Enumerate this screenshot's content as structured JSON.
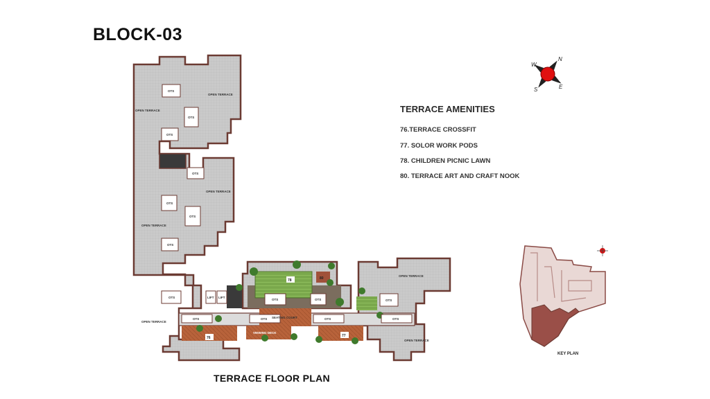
{
  "block_title": "BLOCK-03",
  "amenities": {
    "title": "TERRACE AMENITIES",
    "items": [
      "76.TERRACE CROSSFIT",
      "77.  SOLOR WORK PODS",
      "78. CHILDREN PICNIC LAWN",
      "80. TERRACE ART AND CRAFT NOOK"
    ]
  },
  "plan_title": "TERRACE FLOOR PLAN",
  "key_plan_label": "KEY PLAN",
  "compass": {
    "n": "N",
    "e": "E",
    "s": "S",
    "w": "W"
  },
  "plan_labels": {
    "open_terrace": "OPEN TERRACE",
    "ots": "OTS",
    "lift": "LIFT",
    "viewing_deck": "VIEWING DECK",
    "seating_court": "SEATING COURT",
    "num_76": "76",
    "num_77": "77",
    "num_78": "78",
    "num_80": "80"
  },
  "colors": {
    "terrace_fill": "#c9c9c9",
    "wall": "#6b3a32",
    "lawn": "#7fae4f",
    "deck": "#b8633b",
    "compass": "#e01010",
    "stair": "#3a3a3a"
  }
}
